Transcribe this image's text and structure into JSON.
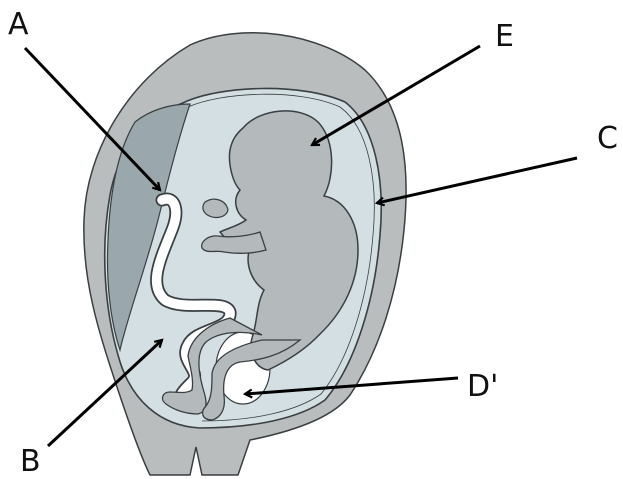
{
  "labels": {
    "a": "A",
    "b": "B",
    "c": "C",
    "d": "D'",
    "e": "E"
  },
  "colors": {
    "uterine_wall": "#b9bdbe",
    "amniotic_fluid": "#d3dfe3",
    "placenta": "#9aa8ad",
    "fetus": "#b4b9bb",
    "umbilical_cord": "#ffffff",
    "outline": "#3a3f42",
    "arrow": "#000000"
  }
}
